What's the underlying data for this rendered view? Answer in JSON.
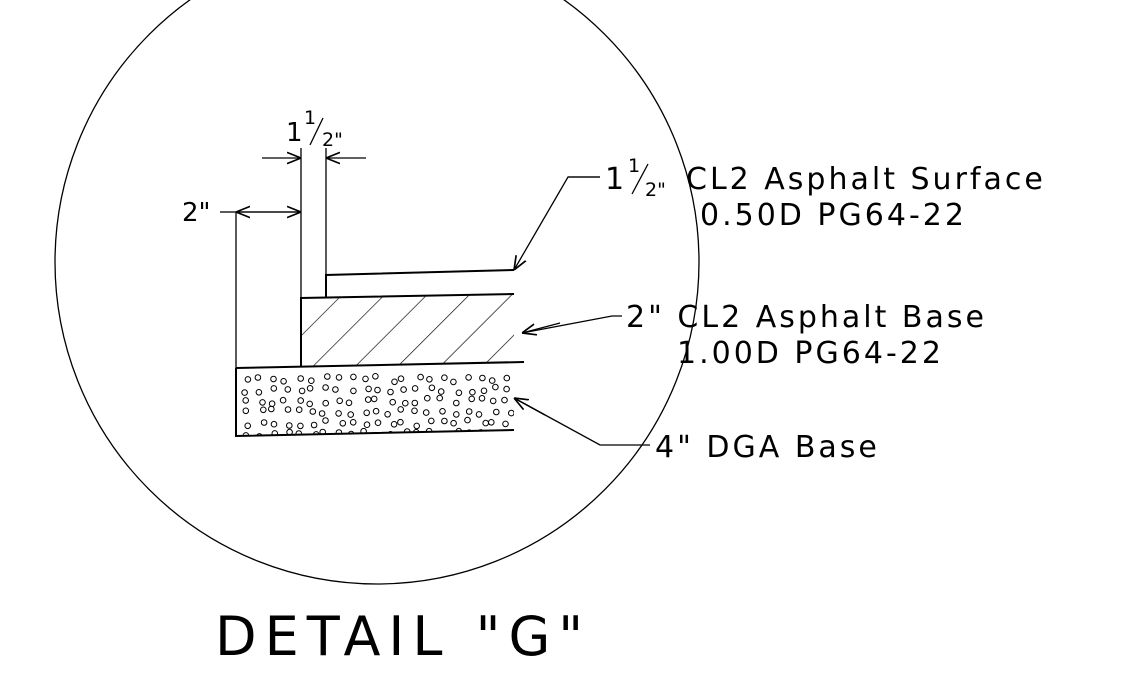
{
  "detail": {
    "title": "DETAIL \"G\"",
    "dimensions": {
      "top_width_whole": "1",
      "top_width_num": "1",
      "top_width_den": "2\"",
      "step_offset": "2\""
    },
    "callouts": {
      "surface": {
        "prefix_whole": "1",
        "prefix_num": "1",
        "prefix_den": "2\"",
        "line1": "CL2 Asphalt Surface",
        "line2": "0.50D PG64-22"
      },
      "base": {
        "line1": "2\" CL2 Asphalt Base",
        "line2": "1.00D PG64-22"
      },
      "dga": {
        "line1": "4\" DGA Base"
      }
    }
  }
}
